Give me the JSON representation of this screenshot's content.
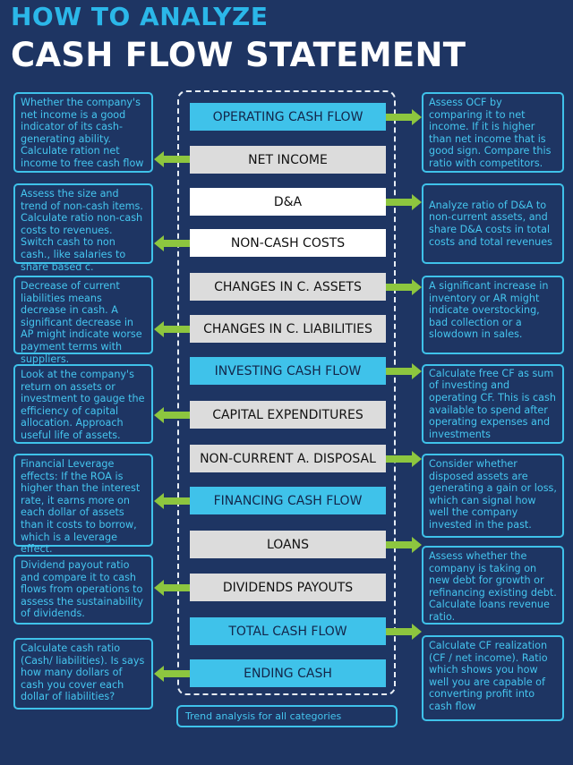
{
  "title_line1": "HOW TO ANALYZE",
  "title_line2": "CASH FLOW STATEMENT",
  "colors": {
    "background": "#1e3563",
    "accent_cyan": "#3fc2ea",
    "arrow_green": "#8dc63f"
  },
  "items": [
    {
      "label": "OPERATING CASH FLOW",
      "style": "cyan"
    },
    {
      "label": "NET INCOME",
      "style": "grey"
    },
    {
      "label": "D&A",
      "style": "white"
    },
    {
      "label": "NON-CASH COSTS",
      "style": "white"
    },
    {
      "label": "CHANGES IN C. ASSETS",
      "style": "grey"
    },
    {
      "label": "CHANGES IN C. LIABILITIES",
      "style": "grey"
    },
    {
      "label": "INVESTING CASH FLOW",
      "style": "cyan"
    },
    {
      "label": "CAPITAL EXPENDITURES",
      "style": "grey"
    },
    {
      "label": "NON-CURRENT A. DISPOSAL",
      "style": "grey"
    },
    {
      "label": "FINANCING CASH FLOW",
      "style": "cyan"
    },
    {
      "label": "LOANS",
      "style": "grey"
    },
    {
      "label": "DIVIDENDS PAYOUTS",
      "style": "grey"
    },
    {
      "label": "TOTAL CASH FLOW",
      "style": "cyan"
    },
    {
      "label": "ENDING CASH",
      "style": "cyan"
    }
  ],
  "left_notes": [
    "Whether the company's net income is a good indicator of its cash-generating ability. Calculate ration net income to free cash flow",
    "Assess the size and trend of non-cash items. Calculate ratio non-cash costs to revenues. Switch cash to non cash., like salaries to share based c.",
    "Decrease of current liabilities means decrease in cash. A significant decrease in AP might indicate worse payment terms with suppliers.",
    "Look at the company's return on assets or investment to gauge the efficiency of capital allocation. Approach useful life of assets.",
    "Financial Leverage effects: If the ROA is higher than the interest rate, it earns more on each dollar of assets than it costs to borrow, which is a leverage effect.",
    "Dividend payout ratio and compare it to cash flows from operations to assess the sustainability of dividends.",
    "Calculate cash ratio (Cash/ liabilities). Is says how many dollars of cash you cover each dollar of liabilities?"
  ],
  "right_notes": [
    "Assess OCF by comparing it to net income. If it is higher than net income that is good sign. Compare this ratio with competitors.",
    "Analyze ratio of D&A to non-current assets, and share D&A costs  in total costs and total revenues",
    "A significant increase in inventory or AR might indicate overstocking, bad collection or a slowdown in sales.",
    "Calculate free CF  as sum of investing and operating CF. This is cash available to spend after operating expenses and investments",
    "Consider whether disposed assets are generating a gain or loss, which can signal how well the company invested in the past.",
    "Assess whether the company is taking on new debt for growth or refinancing existing debt. Calculate loans revenue ratio.",
    "Calculate CF realization (CF / net income). Ratio which shows you how well you are capable of converting profit into cash flow"
  ],
  "footer_note": "Trend analysis for all categories"
}
